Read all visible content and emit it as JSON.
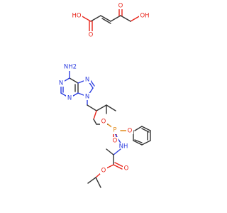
{
  "structure": {
    "colors": {
      "carbon": "#333333",
      "oxygen": "#e8241a",
      "nitrogen": "#2e3fe0",
      "phosphorus": "#e08a1a",
      "background": "#ffffff"
    },
    "fumarate": {
      "oh_left": "HO",
      "o_left": "O",
      "o_right": "O",
      "oh_right": "OH"
    },
    "adenine": {
      "nh2": "NH2",
      "n1": "N",
      "n3": "N",
      "n7": "N",
      "n9": "N"
    },
    "linker": {
      "ether_o": "O"
    },
    "phosphonate": {
      "p": "P",
      "oxo_o": "O",
      "phenoxy_o": "O",
      "amide_nh": "NH"
    },
    "alanine_ester": {
      "carbonyl_o": "O",
      "ester_o": "O"
    }
  }
}
